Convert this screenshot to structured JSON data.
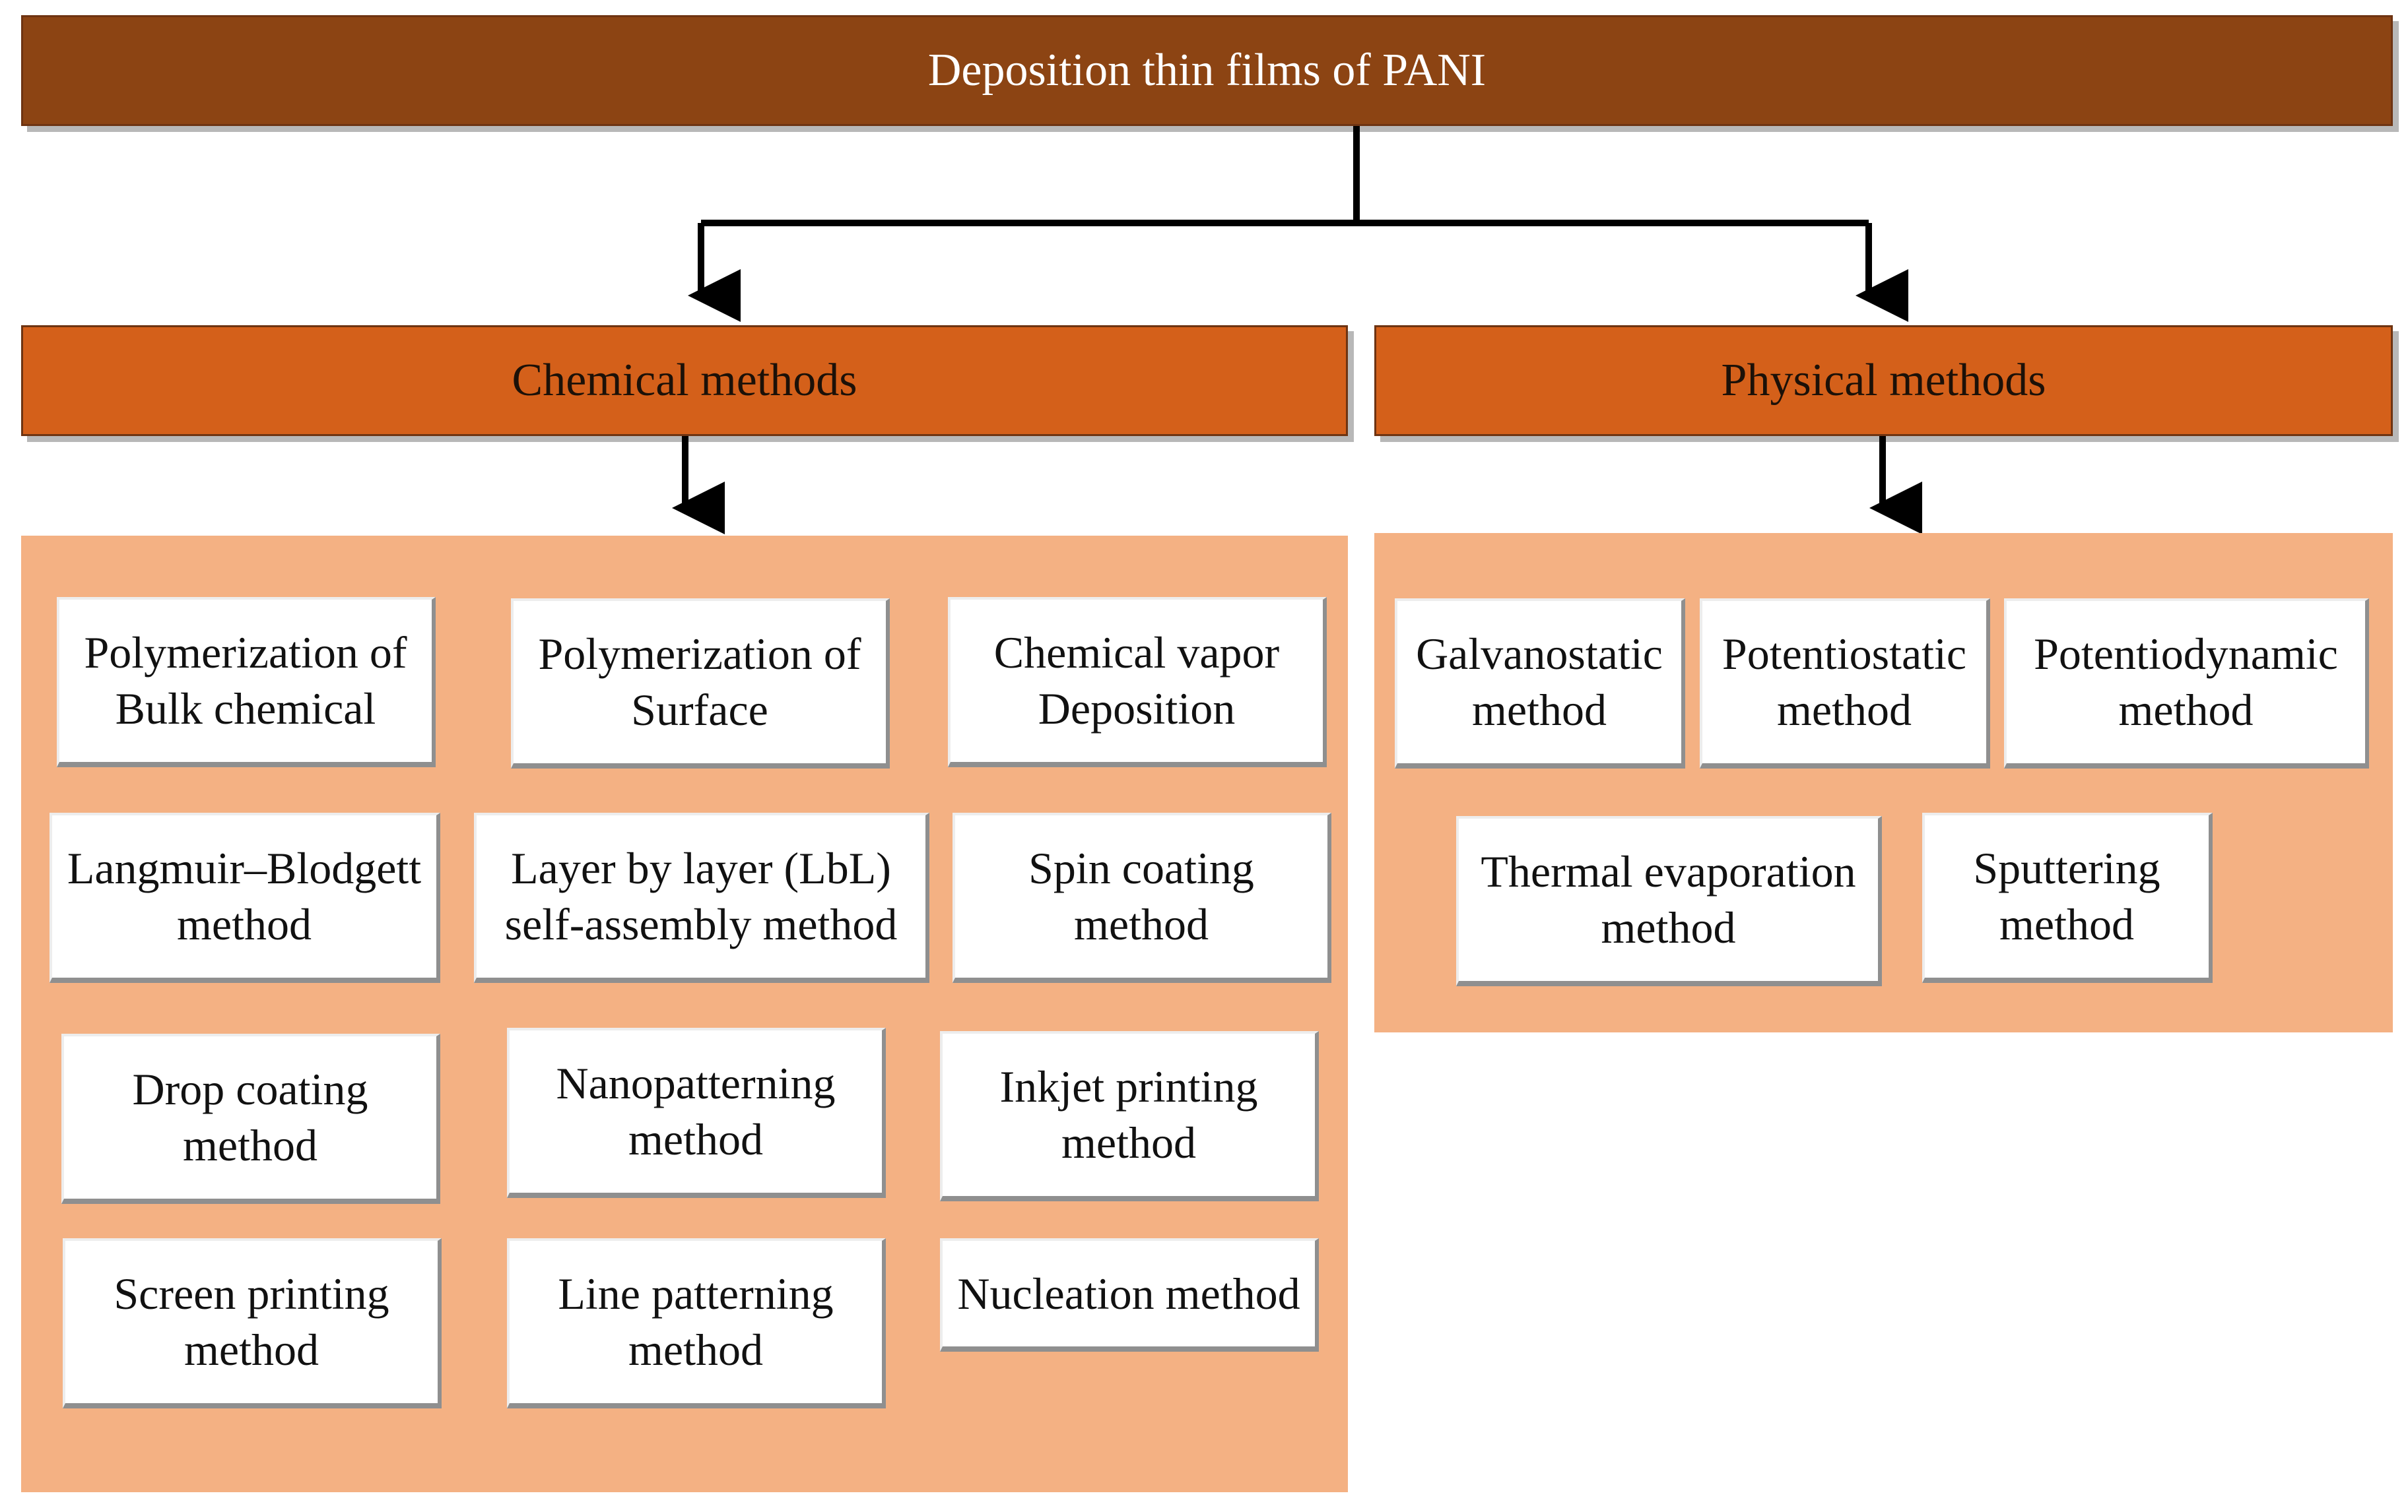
{
  "root": {
    "label": "Deposition thin films of PANI"
  },
  "chemical": {
    "label": "Chemical methods",
    "methods": [
      "Polymerization of\nBulk chemical",
      "Polymerization of\nSurface",
      "Chemical vapor\nDeposition",
      "Langmuir–Blodgett\nmethod",
      "Layer by layer (LbL)\nself-assembly method",
      "Spin coating\nmethod",
      "Drop coating\nmethod",
      "Nanopatterning\nmethod",
      "Inkjet printing\nmethod",
      "Screen printing\nmethod",
      "Line patterning\nmethod",
      "Nucleation method"
    ]
  },
  "physical": {
    "label": "Physical methods",
    "methods": [
      "Galvanostatic\nmethod",
      "Potentiostatic\nmethod",
      "Potentiodynamic\nmethod",
      "Thermal evaporation\nmethod",
      "Sputtering\nmethod"
    ]
  },
  "colors": {
    "root_bar": "#8c4413",
    "category_bar": "#d4601a",
    "panel": "#f4b183",
    "card": "#ffffff",
    "connector": "#000000"
  }
}
